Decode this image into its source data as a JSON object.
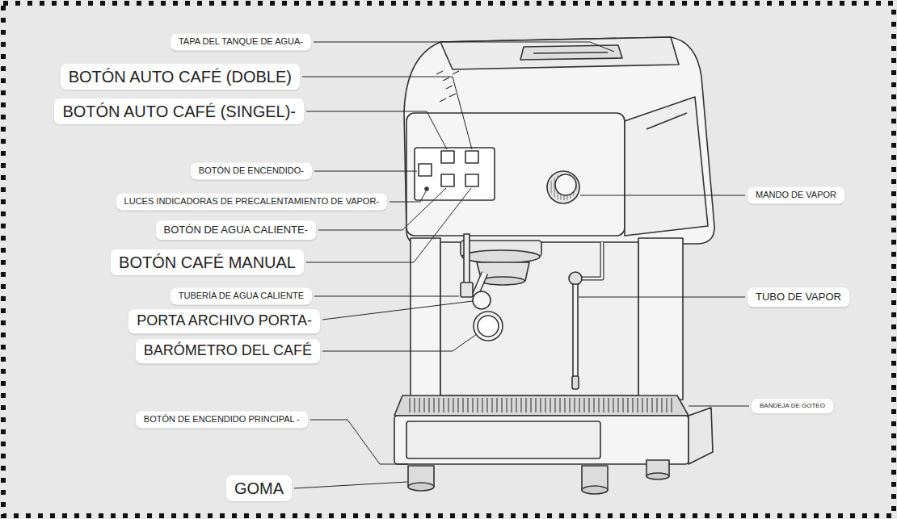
{
  "diagram": {
    "labels": [
      "TAPA DEL TANQUE DE AGUA-",
      "BOTÓN AUTO CAFÉ (DOBLE)",
      "BOTÓN AUTO CAFÉ (SINGEL)-",
      "BOTÓN DE ENCENDIDO-",
      "LUCES INDICADORAS DE PRECALENTAMIENTO DE VAPOR-",
      "BOTÓN DE AGUA CALIENTE-",
      "BOTÓN CAFÉ MANUAL",
      "TUBERÍA DE AGUA CALIENTE",
      "PORTA ARCHIVO PORTA-",
      "BARÓMETRO DEL CAFÉ",
      "BOTÓN DE ENCENDIDO PRINCIPAL -",
      "GOMA",
      "MANDO DE VAPOR",
      "TUBO DE VAPOR",
      "BANDEJA DE GOTEO"
    ]
  }
}
